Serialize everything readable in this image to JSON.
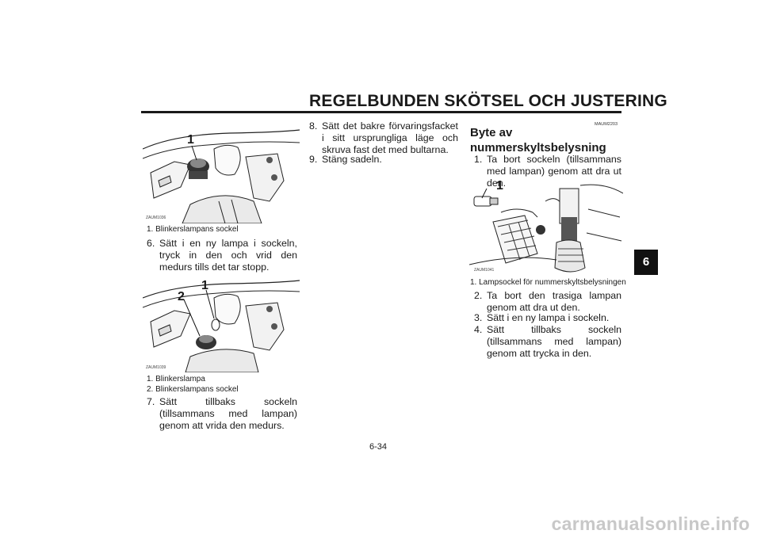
{
  "header": {
    "title": "REGELBUNDEN SKÖTSEL OCH JUSTERING",
    "chapter_tab": "6"
  },
  "left_column": {
    "figure1": {
      "callout": "1",
      "code": "ZAUM1036",
      "caption": "1. Blinkerslampans sockel"
    },
    "step6": {
      "num": "6.",
      "text": "Sätt i en ny lampa i sockeln, tryck in den och vrid den medurs tills det tar stopp."
    },
    "figure2": {
      "callout_1": "1",
      "callout_2": "2",
      "code": "ZAUM1039",
      "caption_1": "1. Blinkerslampa",
      "caption_2": "2. Blinkerslampans sockel"
    },
    "step7": {
      "num": "7.",
      "text": "Sätt tillbaks sockeln (tillsammans med lampan) genom att vrida den medurs."
    }
  },
  "middle_column": {
    "step8": {
      "num": "8.",
      "text": "Sätt det bakre förvaringsfacket i sitt ursprungliga läge och skruva fast det med bultarna."
    },
    "step9": {
      "num": "9.",
      "text": "Stäng sadeln."
    }
  },
  "right_column": {
    "code": "MAUM2203",
    "section_title_1": "Byte av",
    "section_title_2": "nummerskyltsbelysning",
    "step1": {
      "num": "1.",
      "text": "Ta bort sockeln (tillsammans med lampan) genom att dra ut den."
    },
    "figure3": {
      "callout": "1",
      "code": "ZAUM1041",
      "caption": "1. Lampsockel för nummerskyltsbelysningen"
    },
    "step2": {
      "num": "2.",
      "text": "Ta bort den trasiga lampan genom att dra ut den."
    },
    "step3": {
      "num": "3.",
      "text": "Sätt i en ny lampa i sockeln."
    },
    "step4": {
      "num": "4.",
      "text": "Sätt tillbaks sockeln (tillsammans med lampan) genom att trycka in den."
    }
  },
  "footer": {
    "page_number": "6-34",
    "watermark": "carmanualsonline.info"
  }
}
